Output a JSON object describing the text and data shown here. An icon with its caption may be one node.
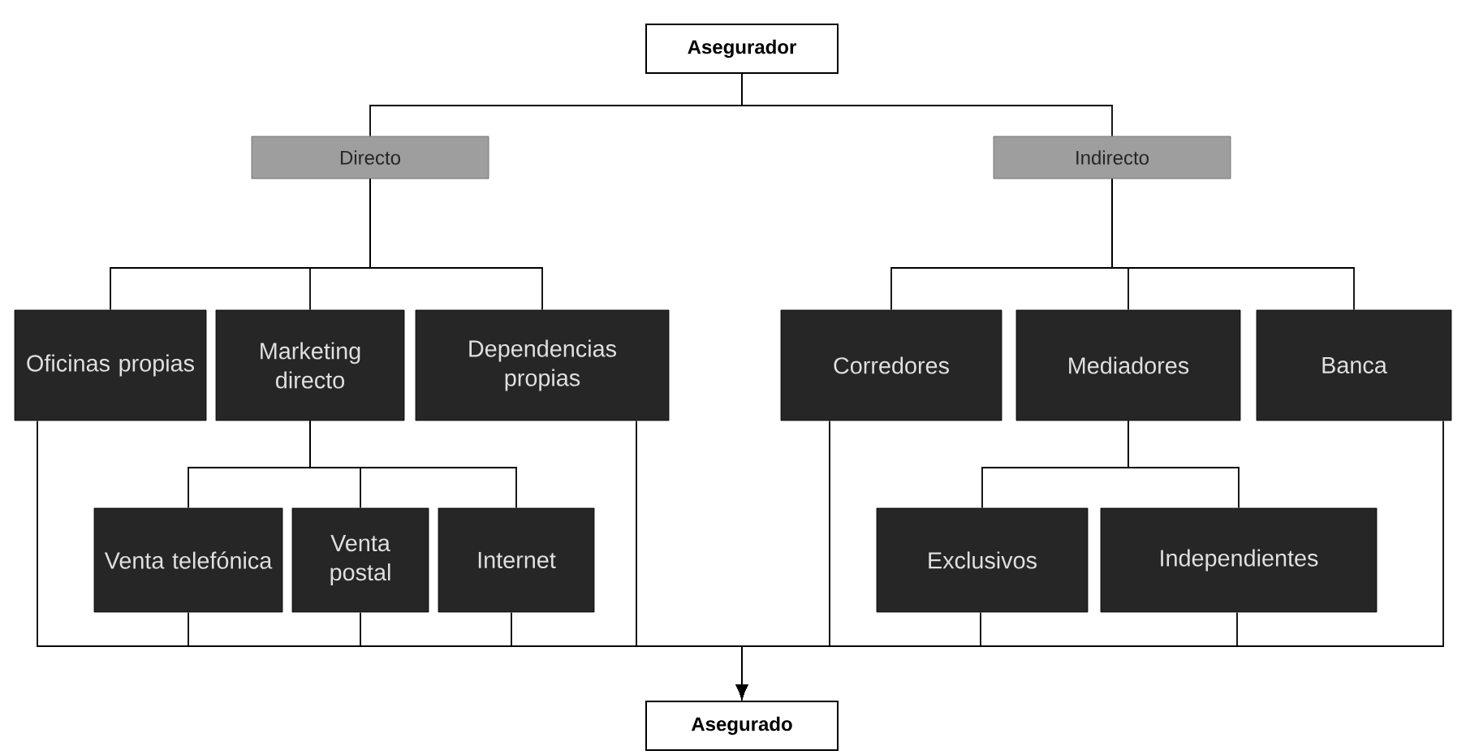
{
  "diagram": {
    "nodes": [
      {
        "text": [
          "Asegurador"
        ]
      },
      {
        "text": [
          "Directo"
        ]
      },
      {
        "text": [
          "Indirecto"
        ]
      },
      {
        "text": [
          "Oficinas propias"
        ]
      },
      {
        "text": [
          "Marketing directo"
        ]
      },
      {
        "text": [
          "Dependencias propias"
        ]
      },
      {
        "text": [
          "Corredores"
        ]
      },
      {
        "text": [
          "Mediadores"
        ]
      },
      {
        "text": [
          "Banca"
        ]
      },
      {
        "text": [
          "Venta telefónica"
        ]
      },
      {
        "text": [
          "Venta postal"
        ]
      },
      {
        "text": [
          "Internet"
        ]
      },
      {
        "text": [
          "Exclusivos"
        ]
      },
      {
        "text": [
          "Independientes"
        ]
      },
      {
        "text": [
          "Asegurado"
        ]
      }
    ],
    "edges": [
      {
        "from": 0,
        "to": 1,
        "arrow": "none"
      },
      {
        "from": 0,
        "to": 2,
        "arrow": "none"
      },
      {
        "from": 1,
        "to": 3,
        "arrow": "none"
      },
      {
        "from": 1,
        "to": 4,
        "arrow": "none"
      },
      {
        "from": 1,
        "to": 5,
        "arrow": "none"
      },
      {
        "from": 2,
        "to": 6,
        "arrow": "none"
      },
      {
        "from": 2,
        "to": 7,
        "arrow": "none"
      },
      {
        "from": 2,
        "to": 8,
        "arrow": "none"
      },
      {
        "from": 4,
        "to": 9,
        "arrow": "none"
      },
      {
        "from": 4,
        "to": 10,
        "arrow": "none"
      },
      {
        "from": 4,
        "to": 11,
        "arrow": "none"
      },
      {
        "from": 7,
        "to": 12,
        "arrow": "none"
      },
      {
        "from": 7,
        "to": 13,
        "arrow": "none"
      },
      {
        "from": 3,
        "to": 14,
        "arrow": "to"
      },
      {
        "from": 9,
        "to": 14,
        "arrow": "to"
      },
      {
        "from": 10,
        "to": 14,
        "arrow": "to"
      },
      {
        "from": 11,
        "to": 14,
        "arrow": "to"
      },
      {
        "from": 5,
        "to": 14,
        "arrow": "to"
      },
      {
        "from": 6,
        "to": 14,
        "arrow": "to"
      },
      {
        "from": 12,
        "to": 14,
        "arrow": "to"
      },
      {
        "from": 13,
        "to": 14,
        "arrow": "to"
      },
      {
        "from": 8,
        "to": 14,
        "arrow": "to"
      }
    ]
  }
}
